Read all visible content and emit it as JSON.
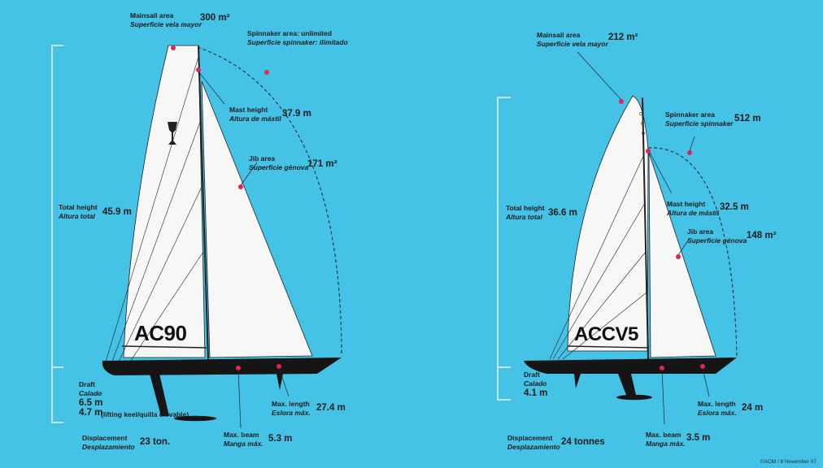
{
  "boats": [
    {
      "name": "AC90",
      "mainsail": {
        "label": "Mainsail area",
        "label_es": "Superficie vela mayor",
        "value": "300 m²"
      },
      "spinnaker": {
        "label": "Spinnaker area: unlimited",
        "label_es": "Superficie spinnaker: ilimitado",
        "value": ""
      },
      "mast": {
        "label": "Mast height",
        "label_es": "Altura de mástil",
        "value": "37.9 m"
      },
      "jib": {
        "label": "Jib area",
        "label_es": "Superficie génova",
        "value": "171 m²"
      },
      "total": {
        "label": "Total height",
        "label_es": "Altura total",
        "value": "45.9 m"
      },
      "draft": {
        "label": "Draft",
        "label_es": "Calado",
        "value": "6.5 m",
        "value2": "4.7 m",
        "note": "(lifting keel/quilla elevable)"
      },
      "beam": {
        "label": "Max. beam",
        "label_es": "Manga máx.",
        "value": "5.3 m"
      },
      "length": {
        "label": "Max. length",
        "label_es": "Eslora máx.",
        "value": "27.4 m"
      },
      "displacement": {
        "label": "Displacement",
        "label_es": "Desplazamiento",
        "value": "23 ton."
      }
    },
    {
      "name": "ACCV5",
      "mainsail": {
        "label": "Mainsail area",
        "label_es": "Superficie vela mayor",
        "value": "212 m²"
      },
      "spinnaker": {
        "label": "Spinnaker area",
        "label_es": "Superficie spinnaker",
        "value": "512 m"
      },
      "mast": {
        "label": "Mast height",
        "label_es": "Altura de mástil",
        "value": "32.5 m"
      },
      "jib": {
        "label": "Jib area",
        "label_es": "Superficie génova",
        "value": "148 m²"
      },
      "total": {
        "label": "Total height",
        "label_es": "Altura total",
        "value": "36.6 m"
      },
      "draft": {
        "label": "Draft",
        "label_es": "Calado",
        "value": "4.1 m"
      },
      "beam": {
        "label": "Max. beam",
        "label_es": "Manga máx.",
        "value": "3.5 m"
      },
      "length": {
        "label": "Max. length",
        "label_es": "Eslora máx.",
        "value": "24 m"
      },
      "displacement": {
        "label": "Displacement",
        "label_es": "Desplazamiento",
        "value": "24 tonnes"
      }
    }
  ],
  "credit": "©ACM / 8 November 07",
  "colors": {
    "background": "#45c3e6",
    "sail": "#f7f7f5",
    "hull": "#151515",
    "marker": "#e2245a"
  }
}
